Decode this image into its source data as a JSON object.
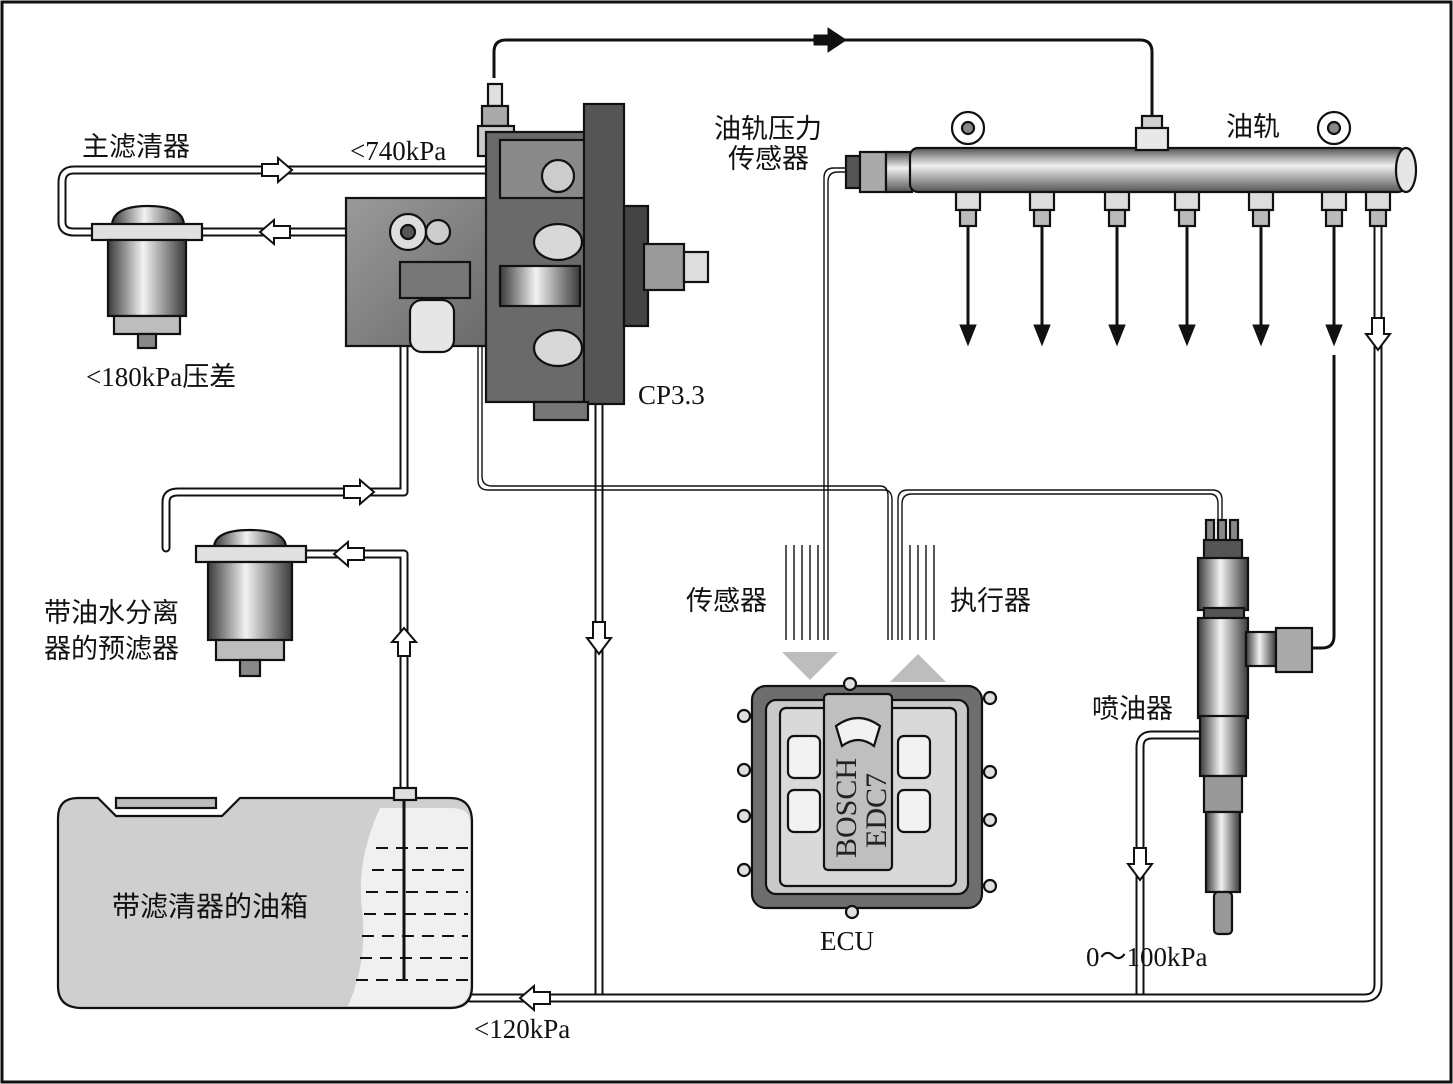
{
  "labels": {
    "main_filter": "主滤清器",
    "main_filter_pressure": "<180kPa压差",
    "pump_pressure": "<740kPa",
    "pump_model": "CP3.3",
    "rail_sensor_line1": "油轨压力",
    "rail_sensor_line2": "传感器",
    "rail": "油轨",
    "prefilter_line1": "带油水分离",
    "prefilter_line2": "器的预滤器",
    "sensors": "传感器",
    "actuators": "执行器",
    "injector": "喷油器",
    "injector_return_pressure": "0～100kPa",
    "ecu": "ECU",
    "ecu_brand_line1": "BOSCH",
    "ecu_brand_line2": "EDC7",
    "tank": "带滤清器的油箱",
    "return_pressure": "<120kPa"
  },
  "colors": {
    "line": "#111111",
    "part_dark": "#3a3a3a",
    "part_light": "#e8e8e8",
    "tank_fill": "#cfcfcf",
    "signal_arrow": "#bdbdbd"
  }
}
